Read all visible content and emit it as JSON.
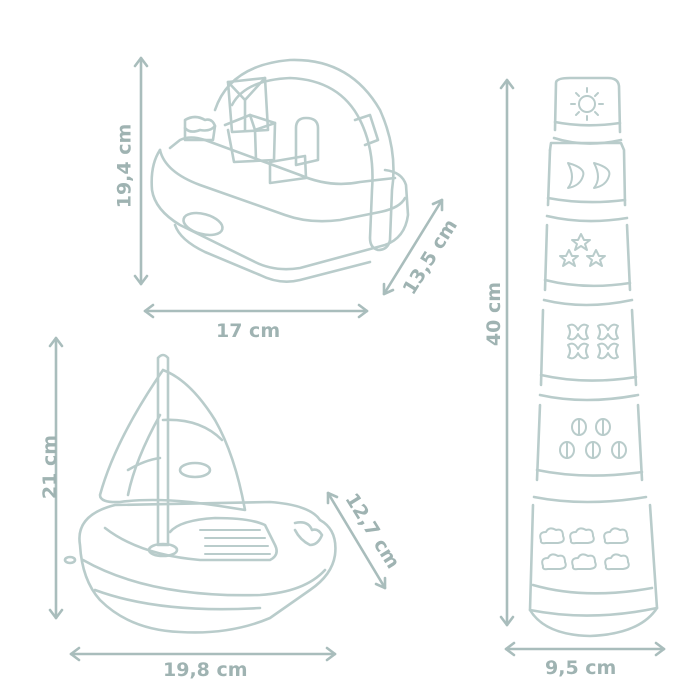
{
  "colors": {
    "line": "#b9cccb",
    "arrow": "#a9bdbc",
    "label": "#9fb3b2",
    "background": "#ffffff"
  },
  "items": {
    "shape_sorter": {
      "name": "shape sorter basket",
      "height": "19,4 cm",
      "width": "17 cm",
      "depth": "13,5 cm"
    },
    "sailboat": {
      "name": "sailboat",
      "height": "21 cm",
      "width": "19,8 cm",
      "depth": "12,7 cm"
    },
    "stacking_cups": {
      "name": "stacking cups tower",
      "height": "40 cm",
      "width": "9,5 cm",
      "cup_icons": [
        "sun-icon",
        "moon-icon",
        "star-icon",
        "butterfly-icon",
        "ladybug-icon",
        "cloud-icon"
      ]
    }
  }
}
